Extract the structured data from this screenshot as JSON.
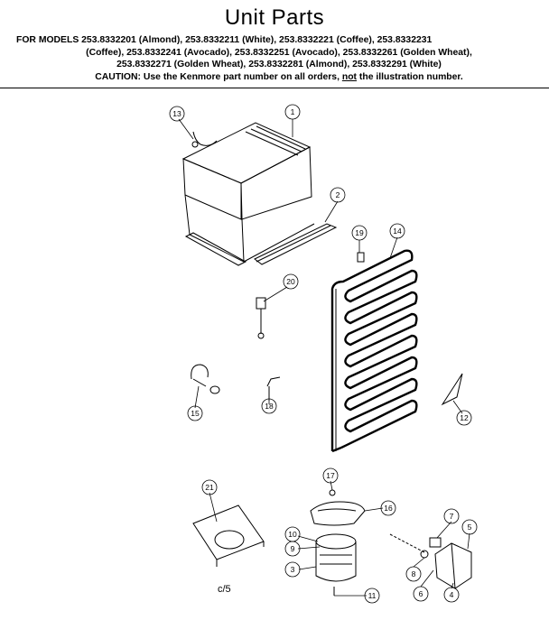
{
  "header": {
    "title": "Unit Parts",
    "models_line1": "FOR MODELS 253.8332201 (Almond), 253.8332211 (White), 253.8332221 (Coffee), 253.8332231",
    "models_line2": "(Coffee), 253.8332241 (Avocado), 253.8332251 (Avocado), 253.8332261 (Golden Wheat),",
    "models_line3": "253.8332271 (Golden Wheat), 253.8332281 (Almond), 253.8332291 (White)",
    "caution_pre": "CAUTION: Use the Kenmore part number on all orders, ",
    "caution_not": "not",
    "caution_post": " the illustration number."
  },
  "callouts": [
    "1",
    "2",
    "3",
    "4",
    "5",
    "6",
    "7",
    "8",
    "9",
    "10",
    "11",
    "12",
    "13",
    "14",
    "15",
    "16",
    "17",
    "18",
    "19",
    "20",
    "21"
  ],
  "page_mark": "c/5"
}
